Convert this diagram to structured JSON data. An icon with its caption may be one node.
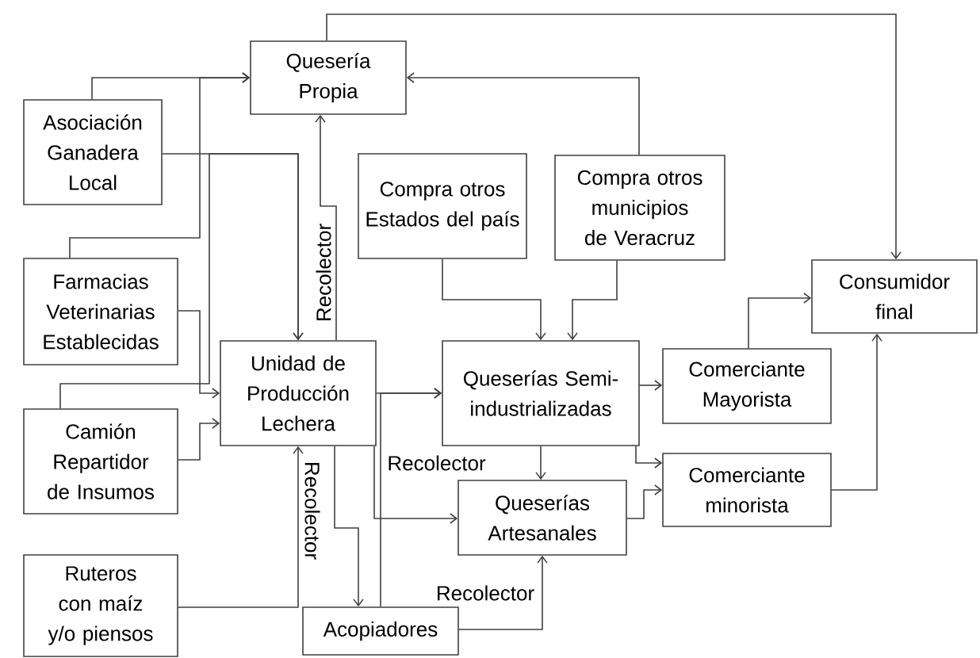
{
  "diagram": {
    "nodes": [
      {
        "text": [
          "Quesería Propia"
        ]
      },
      {
        "text": [
          "Asociación Ganadera Local"
        ]
      },
      {
        "text": [
          "Compra otros Estados del país"
        ]
      },
      {
        "text": [
          "Compra otros municipios de Veracruz"
        ]
      },
      {
        "text": [
          "Consumidor final"
        ]
      },
      {
        "text": [
          "Farmacias Veterinarias Establecidas"
        ]
      },
      {
        "text": [
          "Unidad de Producción Lechera"
        ]
      },
      {
        "text": [
          "Queserías Semi-industrializadas"
        ]
      },
      {
        "text": [
          "Comerciante Mayorista"
        ]
      },
      {
        "text": [
          "Camión Repartidor de Insumos"
        ]
      },
      {
        "text": [
          "Comerciante minorista"
        ]
      },
      {
        "text": [
          "Queserías Artesanales"
        ]
      },
      {
        "text": [
          "Ruteros con maíz y/o piensos"
        ]
      },
      {
        "text": [
          "Acopiadores"
        ]
      }
    ],
    "edges": [
      {
        "from": 1,
        "to": 0,
        "arrow": "to"
      },
      {
        "from": 5,
        "to": 0,
        "arrow": "to"
      },
      {
        "from": 1,
        "to": 6,
        "arrow": "to"
      },
      {
        "from": 9,
        "to": 6,
        "arrow": "to"
      },
      {
        "from": 5,
        "to": 6,
        "arrow": "to"
      },
      {
        "from": 9,
        "to": 6,
        "arrow": "to"
      },
      {
        "from": 6,
        "to": 0,
        "arrow": "to",
        "label": "Recolector"
      },
      {
        "from": 0,
        "to": 4,
        "arrow": "to"
      },
      {
        "from": 3,
        "to": 0,
        "arrow": "to"
      },
      {
        "from": 2,
        "to": 7,
        "arrow": "to"
      },
      {
        "from": 3,
        "to": 7,
        "arrow": "to"
      },
      {
        "from": 6,
        "to": 7,
        "arrow": "to"
      },
      {
        "from": 6,
        "to": 11,
        "arrow": "to"
      },
      {
        "from": 6,
        "to": 13,
        "arrow": "to"
      },
      {
        "from": 12,
        "to": 6,
        "arrow": "to",
        "label": "Recolector"
      },
      {
        "from": 13,
        "to": 7,
        "arrow": "to",
        "label": "Recolector"
      },
      {
        "from": 13,
        "to": 11,
        "arrow": "to",
        "label": "Recolector"
      },
      {
        "from": 7,
        "to": 11,
        "arrow": "to"
      },
      {
        "from": 7,
        "to": 8,
        "arrow": "to"
      },
      {
        "from": 7,
        "to": 10,
        "arrow": "to"
      },
      {
        "from": 11,
        "to": 10,
        "arrow": "to"
      },
      {
        "from": 8,
        "to": 4,
        "arrow": "to"
      },
      {
        "from": 10,
        "to": 4,
        "arrow": "to"
      }
    ]
  }
}
